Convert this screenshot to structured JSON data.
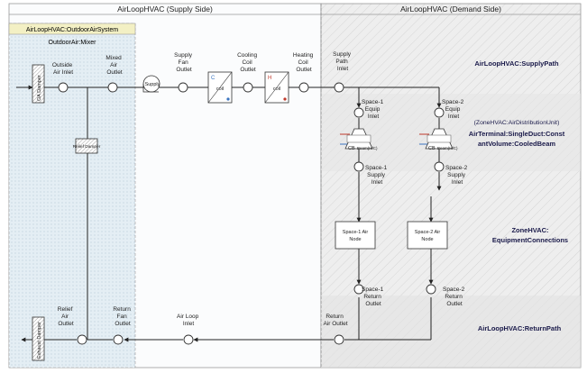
{
  "headers": {
    "supply_side": "AirLoopHVAC (Supply Side)",
    "demand_side": "AirLoopHVAC (Demand Side)",
    "oa_system": "AirLoopHVAC:OutdoorAirSystem",
    "oa_mixer": "OutdoorAir:Mixer"
  },
  "region_labels": {
    "supply_path": "AirLoopHVAC:SupplyPath",
    "adu": "(ZoneHVAC:AirDistributionUnit)",
    "air_terminal_line1": "AirTerminal:SingleDuct:Const",
    "air_terminal_line2": "antVolume:CooledBeam",
    "equipment_connections_line1": "ZoneHVAC:",
    "equipment_connections_line2": "EquipmentConnections",
    "return_path": "AirLoopHVAC:ReturnPath"
  },
  "components": {
    "outdoor_air_damper": "OA Damper",
    "relief_damper": "Relief Damper",
    "exhaust_damper": "Exhaust Damper",
    "supply_fan": "Supply",
    "cooling_coil": "coil",
    "heating_coil": "coil",
    "space1_air_node": [
      "Space-1 Air",
      "Node"
    ],
    "space2_air_node": [
      "Space-2 Air",
      "Node"
    ],
    "beam_cb": "CB",
    "beam_text": "Beam(H/C)"
  },
  "node_labels": {
    "outside_air_inlet": [
      "Outside",
      "Air Inlet"
    ],
    "mixed_air_outlet": [
      "Mixed",
      "Air",
      "Outlet"
    ],
    "supply_fan_outlet": [
      "Supply",
      "Fan",
      "Outlet"
    ],
    "cooling_coil_outlet": [
      "Cooling",
      "Coil",
      "Outlet"
    ],
    "heating_coil_outlet": [
      "Heating",
      "Coil",
      "Outlet"
    ],
    "supply_path_inlet": [
      "Supply",
      "Path",
      "Inlet"
    ],
    "space1_equip_inlet": [
      "Space-1",
      "Equip",
      "Inlet"
    ],
    "space2_equip_inlet": [
      "Space-2",
      "Equip",
      "Inlet"
    ],
    "space1_supply_inlet": [
      "Space-1",
      "Supply",
      "Inlet"
    ],
    "space2_supply_inlet": [
      "Space-2",
      "Supply",
      "Inlet"
    ],
    "space1_return_outlet": [
      "Space-1",
      "Return",
      "Outlet"
    ],
    "space2_return_outlet": [
      "Space-2",
      "Return",
      "Outlet"
    ],
    "return_air_outlet": [
      "Return",
      "Air Outlet"
    ],
    "air_loop_inlet": [
      "Air Loop",
      "Inlet"
    ],
    "return_fan_outlet": [
      "Return",
      "Fan",
      "Outlet"
    ],
    "relief_air_outlet": [
      "Relief",
      "Air",
      "Outlet"
    ]
  },
  "coil_letters": {
    "cooling": "C",
    "heating": "H"
  },
  "colors": {
    "supply_bg": "#e4eef4",
    "demand_bg": "#eeeeee",
    "band_darker": "#e2e2e2",
    "oa_header_bg": "#f3f0c4",
    "node_fill": "#ffffff",
    "line": "#222222",
    "accent_blue": "#3a74c0",
    "accent_red": "#c0392b"
  }
}
